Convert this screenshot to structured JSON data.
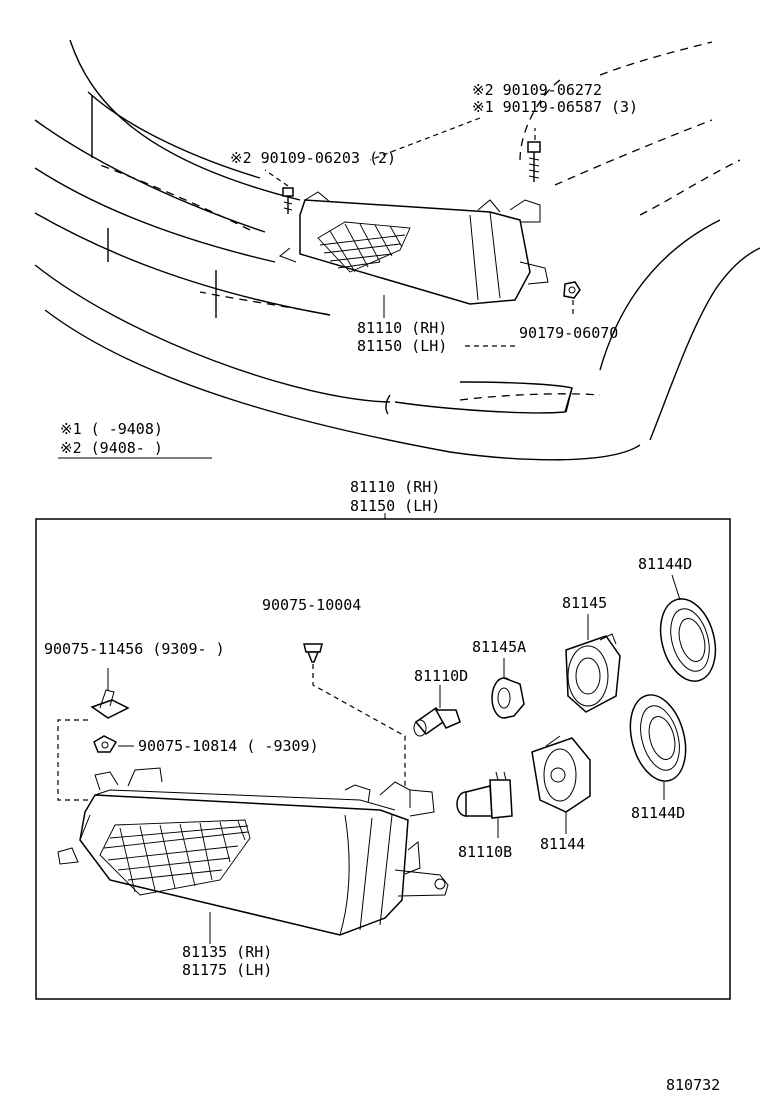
{
  "figure_number": "810732",
  "top_callouts": {
    "screw_2": "※2 90109-06272",
    "screw_1": "※1 90119-06587 (3)",
    "bolt_2": "※2 90109-06203 (2)",
    "headlamp_rh": "81110 (RH)",
    "headlamp_lh": "81150 (LH)",
    "nut": "90179-06070"
  },
  "legend": {
    "note_1": "※1 (      -9408)",
    "note_2": "※2 (9408-        )"
  },
  "assembly": {
    "title_rh": "81110 (RH)",
    "title_lh": "81150 (LH)",
    "clip_top": "90075-10004",
    "clip_left": "90075-11456 (9309-      )",
    "clip_lower": "90075-10814 (      -9309)",
    "bulb_small": "81110D",
    "socket_small": "81145A",
    "holder_small": "81145",
    "cover_top": "81144D",
    "cover_bottom": "81144D",
    "bulb_main": "81110B",
    "holder_main": "81144",
    "unit_rh": "81135 (RH)",
    "unit_lh": "81175 (LH)"
  }
}
